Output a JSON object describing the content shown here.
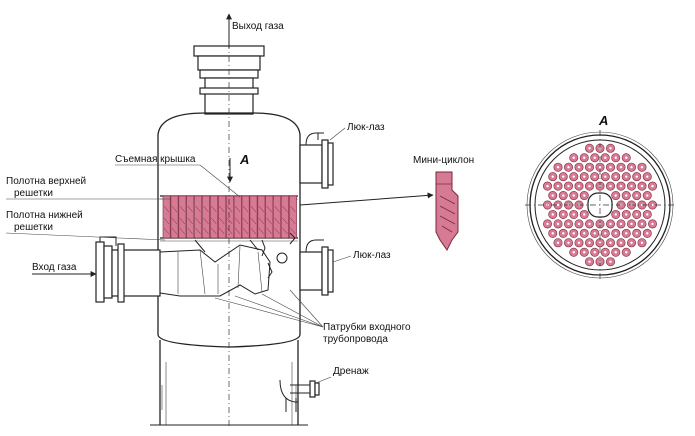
{
  "labels": {
    "gas_outlet": "Выход газа",
    "manhole_top": "Люк-лаз",
    "removable_cover": "Съемная крышка",
    "upper_grid_1": "Полотна верхней",
    "upper_grid_2": "решетки",
    "lower_grid_1": "Полотна нижней",
    "lower_grid_2": "решетки",
    "gas_inlet": "Вход газа",
    "manhole_bottom": "Люк-лаз",
    "inlet_pipes_1": "Патрубки входного",
    "inlet_pipes_2": "трубопровода",
    "drain": "Дренаж",
    "mini_cyclone": "Мини-циклон",
    "view_a_main": "A",
    "view_a_section": "A"
  },
  "colors": {
    "cyclone_fill": "#d77a94",
    "cyclone_stroke": "#7a2a40",
    "line": "#222222"
  }
}
